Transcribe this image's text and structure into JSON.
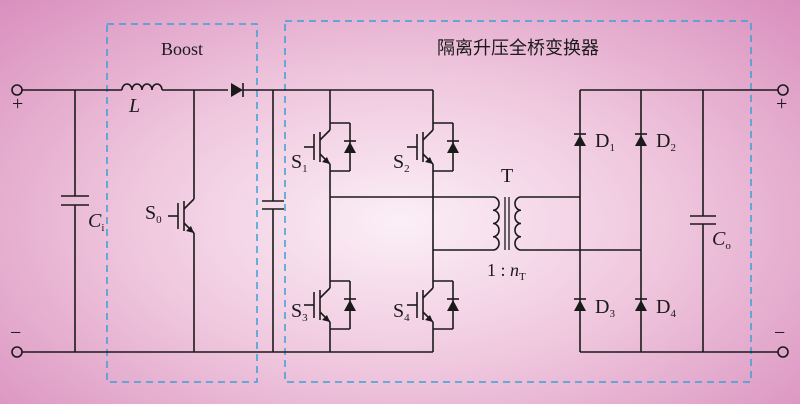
{
  "diagram": {
    "boost_label": "Boost",
    "bridge_label": "隔离升压全桥变换器",
    "input_plus": "+",
    "input_minus": "−",
    "output_plus": "+",
    "output_minus": "−",
    "inductor": "L",
    "input_cap": {
      "main": "C",
      "sub": "i"
    },
    "output_cap": {
      "main": "C",
      "sub": "o"
    },
    "boost_switch": {
      "main": "S",
      "sub": "0"
    },
    "switches": [
      {
        "main": "S",
        "sub": "1"
      },
      {
        "main": "S",
        "sub": "2"
      },
      {
        "main": "S",
        "sub": "3"
      },
      {
        "main": "S",
        "sub": "4"
      }
    ],
    "diodes": [
      {
        "main": "D",
        "sub": "1"
      },
      {
        "main": "D",
        "sub": "2"
      },
      {
        "main": "D",
        "sub": "3"
      },
      {
        "main": "D",
        "sub": "4"
      }
    ],
    "transformer": "T",
    "turns_ratio": {
      "prefix": "1 : ",
      "main": "n",
      "sub": "T"
    }
  }
}
